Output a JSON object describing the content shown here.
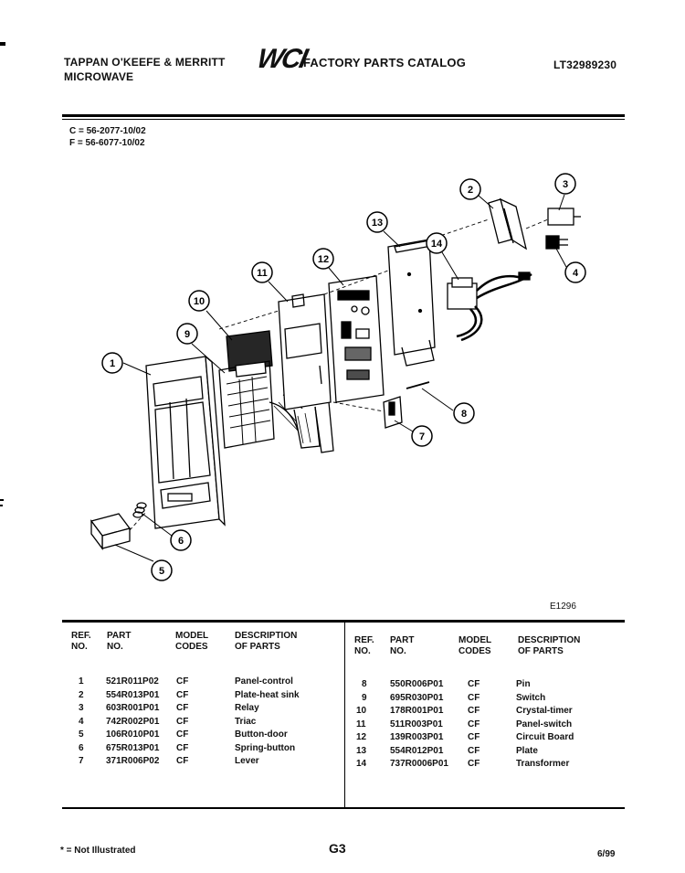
{
  "header": {
    "company": "TAPPAN O'KEEFE & MERRITT",
    "product": "MICROWAVE",
    "logo_text": "WCI",
    "catalog_title": "FACTORY PARTS CATALOG",
    "model_number": "LT32989230"
  },
  "model_codes": [
    "C = 56-2077-10/02",
    "F = 56-6077-10/02"
  ],
  "diagram": {
    "figure_code": "E1296",
    "callouts": [
      "1",
      "2",
      "3",
      "4",
      "5",
      "6",
      "7",
      "8",
      "9",
      "10",
      "11",
      "12",
      "13",
      "14"
    ]
  },
  "table": {
    "headers": {
      "ref": [
        "REF.",
        "NO."
      ],
      "part": [
        "PART",
        "NO."
      ],
      "model": [
        "MODEL",
        "CODES"
      ],
      "desc": [
        "DESCRIPTION",
        "OF PARTS"
      ]
    },
    "left_rows": [
      {
        "ref": "1",
        "part": "521R011P02",
        "codes": "CF",
        "desc": "Panel-control"
      },
      {
        "ref": "2",
        "part": "554R013P01",
        "codes": "CF",
        "desc": "Plate-heat sink"
      },
      {
        "ref": "3",
        "part": "603R001P01",
        "codes": "CF",
        "desc": "Relay"
      },
      {
        "ref": "4",
        "part": "742R002P01",
        "codes": "CF",
        "desc": "Triac"
      },
      {
        "ref": "5",
        "part": "106R010P01",
        "codes": "CF",
        "desc": "Button-door"
      },
      {
        "ref": "6",
        "part": "675R013P01",
        "codes": "CF",
        "desc": "Spring-button"
      },
      {
        "ref": "7",
        "part": "371R006P02",
        "codes": "CF",
        "desc": "Lever"
      }
    ],
    "right_rows": [
      {
        "ref": "8",
        "part": "550R006P01",
        "codes": "CF",
        "desc": "Pin"
      },
      {
        "ref": "9",
        "part": "695R030P01",
        "codes": "CF",
        "desc": "Switch"
      },
      {
        "ref": "10",
        "part": "178R001P01",
        "codes": "CF",
        "desc": "Crystal-timer"
      },
      {
        "ref": "11",
        "part": "511R003P01",
        "codes": "CF",
        "desc": "Panel-switch"
      },
      {
        "ref": "12",
        "part": "139R003P01",
        "codes": "CF",
        "desc": "Circuit Board"
      },
      {
        "ref": "13",
        "part": "554R012P01",
        "codes": "CF",
        "desc": "Plate"
      },
      {
        "ref": "14",
        "part": "737R0006P01",
        "codes": "CF",
        "desc": "Transformer"
      }
    ]
  },
  "footer": {
    "note": "* = Not Illustrated",
    "page": "G3",
    "date": "6/99"
  }
}
